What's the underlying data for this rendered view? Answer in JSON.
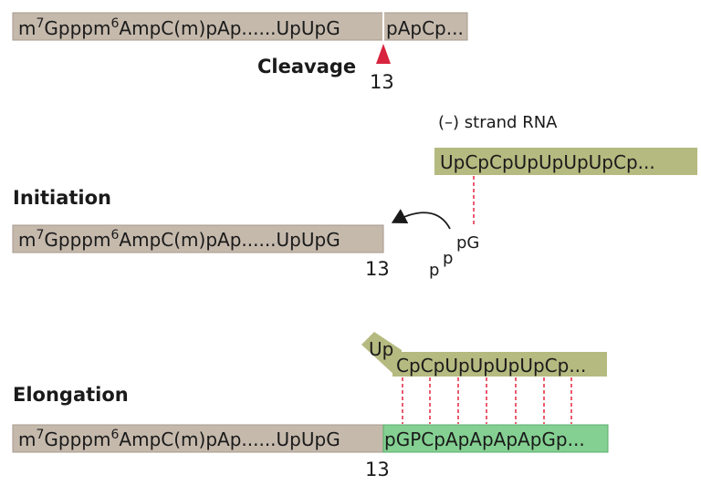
{
  "mrna_cap": {
    "m": "m",
    "seven": "7",
    "gpppm": "Gpppm",
    "six": "6",
    "rest_top": "AmpC(m)pAp......UpUpG",
    "after_cut": "pApCp..."
  },
  "cleavage": {
    "label": "Cleavage",
    "position": "13"
  },
  "initiation": {
    "label": "Initiation",
    "minus_strand_label": "(–) strand RNA",
    "template": "UpCpCpUpUpUpUpCp...",
    "primer_tail": "AmpC(m)pAp......UpUpG",
    "position": "13",
    "pppG": {
      "p1": "p",
      "p2": "p",
      "pG": "pG"
    }
  },
  "elongation": {
    "label": "Elongation",
    "template_up": "Up",
    "template_rest": "CpCpUpUpUpUpCp...",
    "primer_tail": "AmpC(m)pAp......UpUpG",
    "new_strand": "pGPCpApApApApGp...",
    "position": "13"
  },
  "colors": {
    "host_mrna": "#c5b9ac",
    "minus_strand": "#b5ba80",
    "new_rna": "#84d092",
    "cleavage": "#d8243f",
    "base_pair": "#e8334a"
  }
}
